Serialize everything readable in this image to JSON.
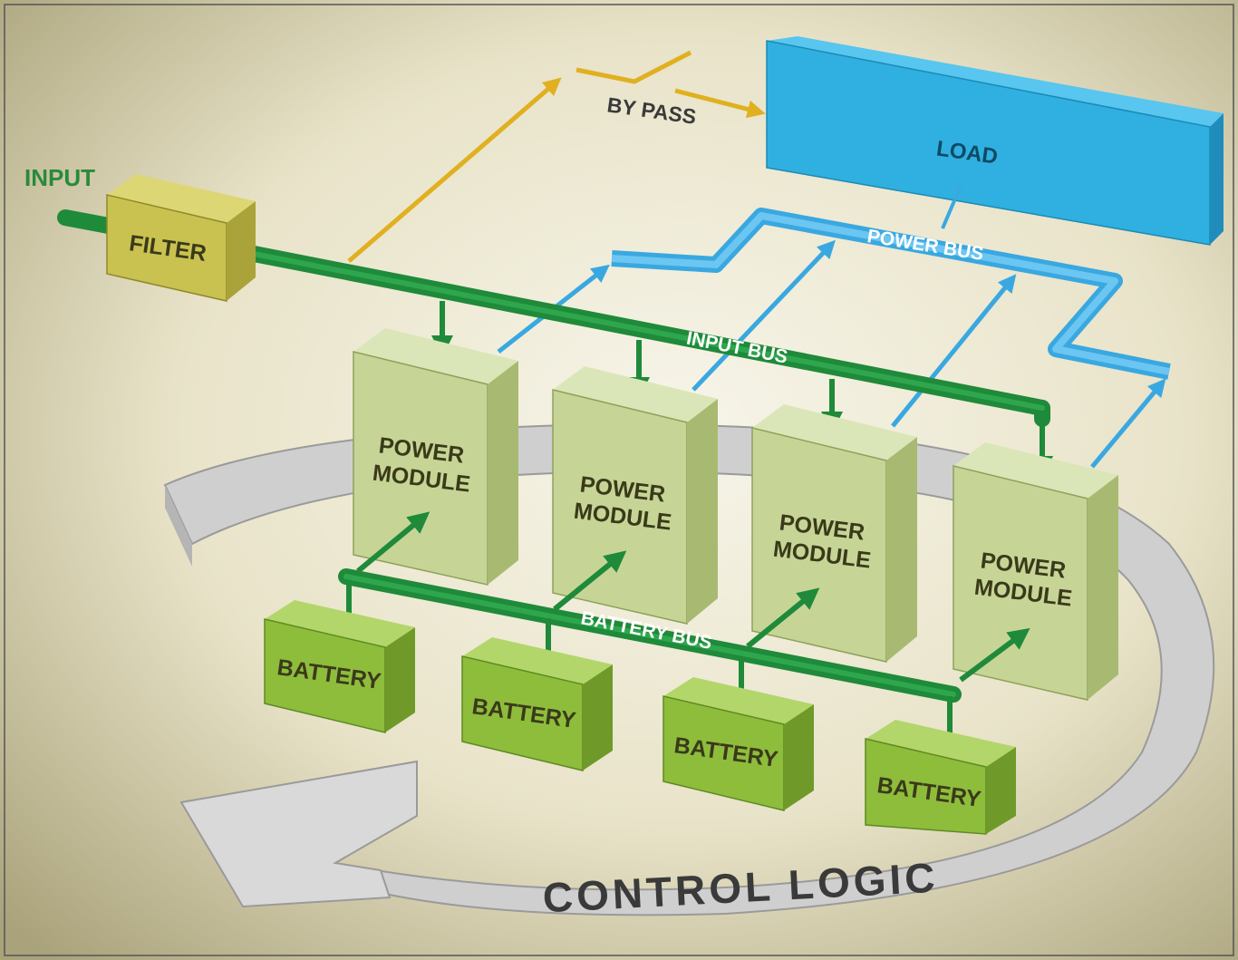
{
  "diagram": {
    "labels": {
      "input": "INPUT",
      "filter": "FILTER",
      "bypass": "BY PASS",
      "load": "LOAD",
      "power_bus": "POWER BUS",
      "input_bus": "INPUT BUS",
      "battery_bus": "BATTERY BUS",
      "control_logic": "CONTROL LOGIC"
    },
    "power_modules": [
      {
        "line1": "POWER",
        "line2": "MODULE"
      },
      {
        "line1": "POWER",
        "line2": "MODULE"
      },
      {
        "line1": "POWER",
        "line2": "MODULE"
      },
      {
        "line1": "POWER",
        "line2": "MODULE"
      }
    ],
    "batteries": [
      "BATTERY",
      "BATTERY",
      "BATTERY",
      "BATTERY"
    ],
    "colors": {
      "input_bus": "#1f8a3a",
      "power_bus": "#3aa8e0",
      "bypass": "#e0b020",
      "load": "#2fb0e0",
      "filter": "#c9c250",
      "module": "#c6d596",
      "battery": "#8ebd3c",
      "control_logic": "#d9d9d9"
    }
  }
}
